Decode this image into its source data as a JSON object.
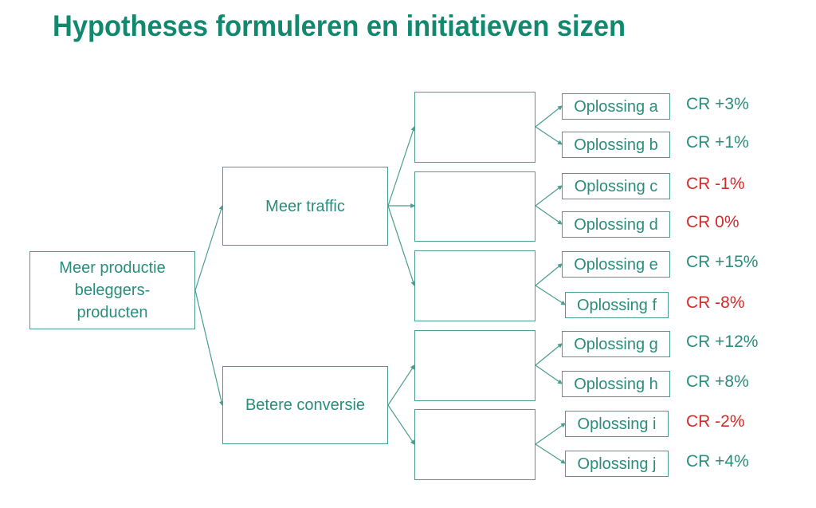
{
  "title": "Hypotheses formuleren en initiatieven sizen",
  "root": {
    "label_lines": [
      "Meer productie",
      "beleggers-",
      "producten"
    ]
  },
  "branches": [
    {
      "label": "Meer traffic"
    },
    {
      "label": "Betere conversie"
    }
  ],
  "solutions": [
    {
      "label": "Oplossing a",
      "cr": "CR +3%",
      "status": "positive"
    },
    {
      "label": "Oplossing b",
      "cr": "CR +1%",
      "status": "positive"
    },
    {
      "label": "Oplossing c",
      "cr": "CR -1%",
      "status": "negative"
    },
    {
      "label": "Oplossing d",
      "cr": "CR 0%",
      "status": "negative"
    },
    {
      "label": "Oplossing e",
      "cr": "CR +15%",
      "status": "positive"
    },
    {
      "label": "Oplossing f",
      "cr": "CR -8%",
      "status": "negative"
    },
    {
      "label": "Oplossing g",
      "cr": "CR +12%",
      "status": "positive"
    },
    {
      "label": "Oplossing h",
      "cr": "CR +8%",
      "status": "positive"
    },
    {
      "label": "Oplossing i",
      "cr": "CR -2%",
      "status": "negative"
    },
    {
      "label": "Oplossing j",
      "cr": "CR +4%",
      "status": "positive"
    }
  ],
  "colors": {
    "positive": "#2a8c7c",
    "negative": "#d42a2a",
    "title": "#12896f",
    "line": "#4a9d8f"
  }
}
